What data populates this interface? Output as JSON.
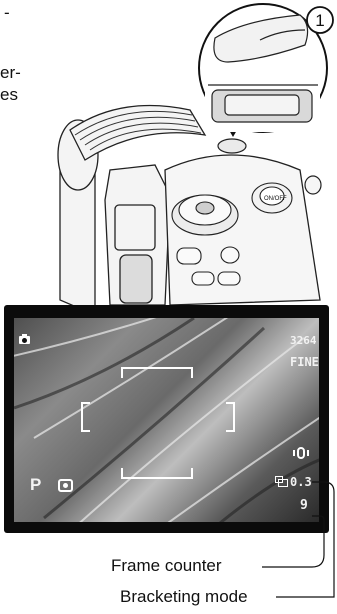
{
  "intro_fragments": [
    "-",
    "er-",
    "es"
  ],
  "step_number": "1",
  "lcd": {
    "mode_letter": "P",
    "image_size": "3264",
    "quality": "FINE",
    "bracketing_value": "0.3",
    "frame_count": "9"
  },
  "captions": {
    "frame_counter": "Frame counter",
    "bracketing_mode": "Bracketing mode"
  }
}
